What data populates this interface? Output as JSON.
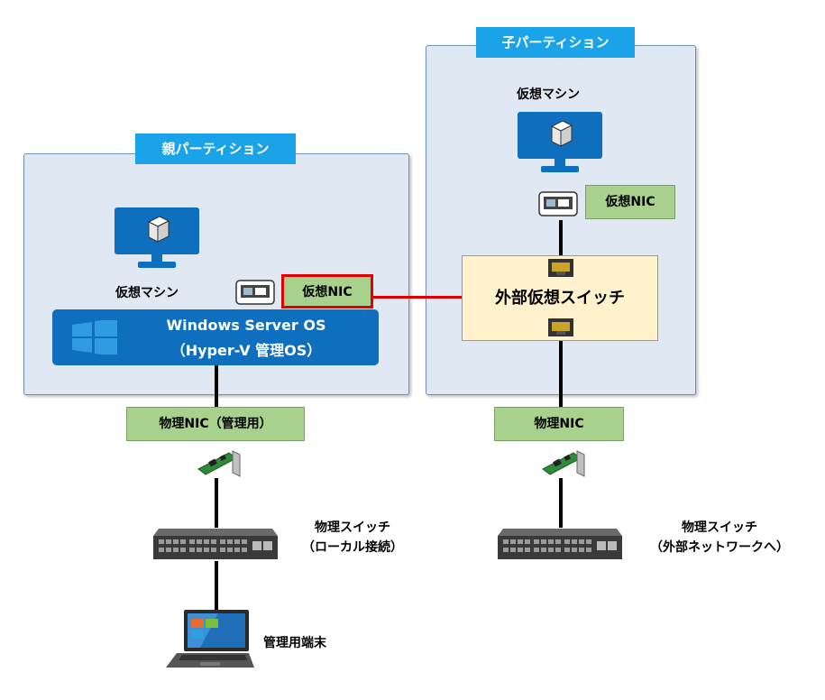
{
  "parent_partition": {
    "title": "親パーティション",
    "vm_label": "仮想マシン",
    "virtual_nic_label": "仮想NIC",
    "os_line1": "Windows Server OS",
    "os_line2": "（Hyper-V 管理OS）"
  },
  "child_partition": {
    "title": "子パーティション",
    "vm_label": "仮想マシン",
    "virtual_nic_label": "仮想NIC",
    "external_switch_label": "外部仮想スイッチ"
  },
  "left_physical": {
    "nic_label": "物理NIC（管理用）",
    "switch_label_line1": "物理スイッチ",
    "switch_label_line2": "（ローカル接続）",
    "terminal_label": "管理用端末"
  },
  "right_physical": {
    "nic_label": "物理NIC",
    "switch_label_line1": "物理スイッチ",
    "switch_label_line2": "（外部ネットワークへ）"
  },
  "colors": {
    "partition_fill": "#dfe8f3",
    "partition_title": "#1aa3e8",
    "os_bar": "#0d6fbe",
    "green_label": "#a9d18e",
    "switch_box": "#fff2cc",
    "highlight_red": "#e00000"
  }
}
